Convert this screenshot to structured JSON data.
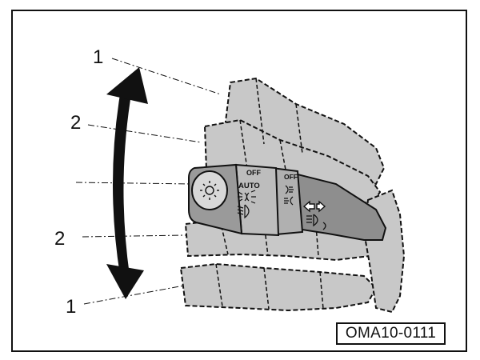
{
  "figure": {
    "callouts": {
      "top_1": "1",
      "upper_2": "2",
      "lower_2": "2",
      "bottom_1": "1"
    },
    "lever_labels": {
      "off_main": "OFF",
      "auto": "AUTO",
      "off_fog": "OFF"
    },
    "reference_code": "OMA10-0111"
  },
  "colors": {
    "ghost_fill": "#c8c8c8",
    "lever_fill": "#9a9a9a",
    "arrow_fill": "#111111"
  },
  "icons": [
    "headlight-switch-icon",
    "parking-light-icon",
    "low-beam-icon",
    "front-fog-icon",
    "rear-fog-icon",
    "turn-signal-arrows-icon",
    "high-beam-icon"
  ]
}
